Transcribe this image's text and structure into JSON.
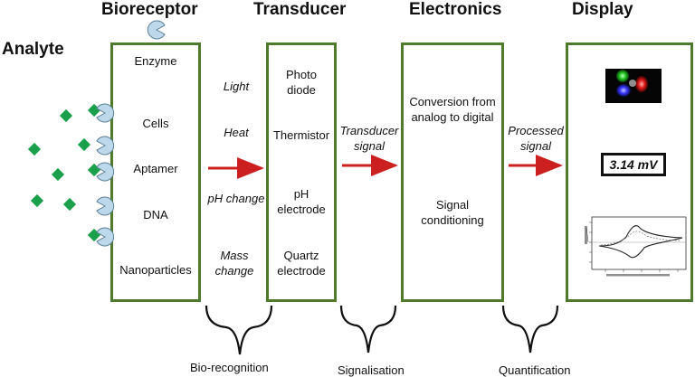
{
  "headers": {
    "analyte": "Analyte",
    "bioreceptor": "Bioreceptor",
    "transducer": "Transducer",
    "electronics": "Electronics",
    "display": "Display"
  },
  "bioreceptor_items": [
    "Enzyme",
    "Cells",
    "Aptamer",
    "DNA",
    "Nanoparticles"
  ],
  "stimuli": [
    "Light",
    "Heat",
    "pH change",
    "Mass change"
  ],
  "transducer_items": [
    "Photo diode",
    "Thermistor",
    "pH electrode",
    "Quartz electrode"
  ],
  "transducer_signal": "Transducer signal",
  "electronics_items": [
    "Conversion from analog to digital",
    "Signal conditioning"
  ],
  "processed_signal": "Processed signal",
  "display_value": "3.14 mV",
  "brace_labels": {
    "bio_recognition": "Bio-recognition",
    "signalisation": "Signalisation",
    "quantification": "Quantification"
  },
  "colors": {
    "box_border": "#4f7a2c",
    "arrow": "#cc1f1f",
    "analyte_diamond": "#1aa04a",
    "receptor": "#bcd8ea"
  },
  "icons": [
    "analyte-diamond-icon",
    "receptor-pacman-icon",
    "led-photo-icon",
    "cyclic-voltammogram-icon"
  ]
}
